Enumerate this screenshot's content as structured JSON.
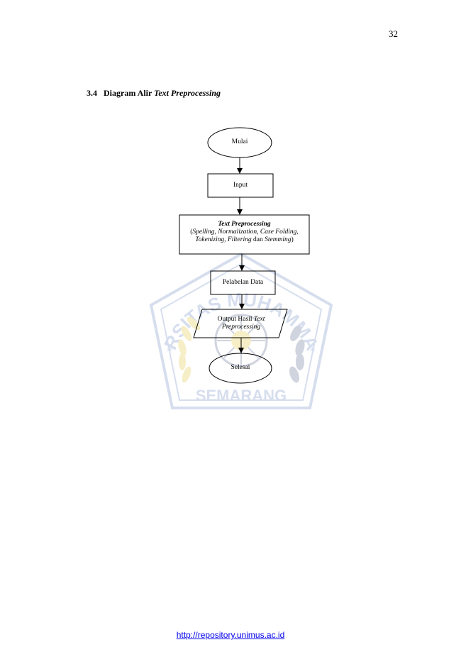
{
  "page": {
    "number": "32"
  },
  "heading": {
    "section_number": "3.4",
    "title_regular": "Diagram Alir",
    "title_italic": "Text Preprocessing"
  },
  "watermark": {
    "top_text": "UNIVERSITAS MUHAMMADIYAH",
    "bottom_text": "SEMARANG",
    "colors": {
      "blue": "#4a6fb3",
      "gold": "#d9b400"
    }
  },
  "flowchart": {
    "start": {
      "label": "Mulai"
    },
    "input": {
      "label": "Input"
    },
    "preprocessing": {
      "title": "Text  Preprocessing",
      "items_line1": "Spelling, Normalization, Case Folding,",
      "items_line2_a": "Tokenizing, Filtering",
      "items_line2_conj": " dan ",
      "items_line2_b": "Stemming"
    },
    "labeling": {
      "label": "Pelabelan Data"
    },
    "output": {
      "label_regular": "Output Hasil ",
      "label_italic_1": "Text",
      "label_italic_2": "Preprocessing"
    },
    "end": {
      "label": "Selesai"
    }
  },
  "footer": {
    "link_text": "http://repository.unimus.ac.id"
  }
}
